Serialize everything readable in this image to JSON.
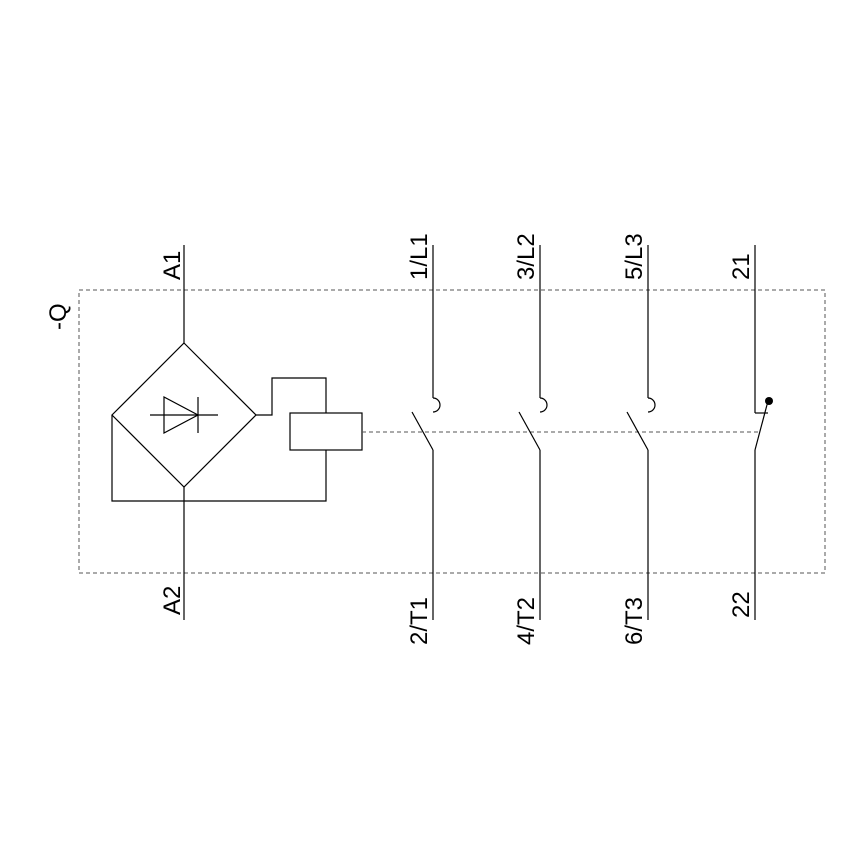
{
  "device_designation": "-Q",
  "coil": {
    "top_terminal": "A1",
    "bottom_terminal": "A2"
  },
  "main_contacts": [
    {
      "line_label": "1/L1",
      "load_label": "2/T1"
    },
    {
      "line_label": "3/L2",
      "load_label": "4/T2"
    },
    {
      "line_label": "5/L3",
      "load_label": "6/T3"
    }
  ],
  "auxiliary_contact": {
    "top_label": "21",
    "bottom_label": "22",
    "type": "normally-closed"
  },
  "colors": {
    "line": "#000000",
    "enclosure_dash": "#555555",
    "background": "#ffffff"
  }
}
